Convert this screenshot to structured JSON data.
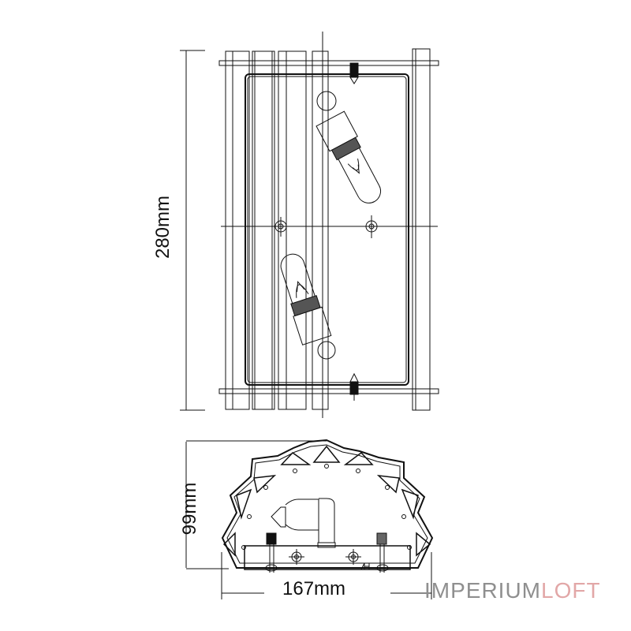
{
  "drawing": {
    "type": "technical-dimension-drawing",
    "subject": "wall sconce with two bulbs",
    "views": [
      {
        "name": "front-view",
        "dimension_label": "280mm",
        "orientation": "vertical"
      },
      {
        "name": "side-view",
        "dimension_labels": [
          "99mm",
          "167mm"
        ]
      }
    ],
    "line_color": "#111111"
  },
  "dimensions": {
    "height": "280mm",
    "depth": "99mm",
    "width": "167mm"
  },
  "brand": {
    "part1": "IMPERIUM",
    "part2": "LOFT",
    "color1": "#8f8f8f",
    "color2": "#e2a7a7"
  }
}
